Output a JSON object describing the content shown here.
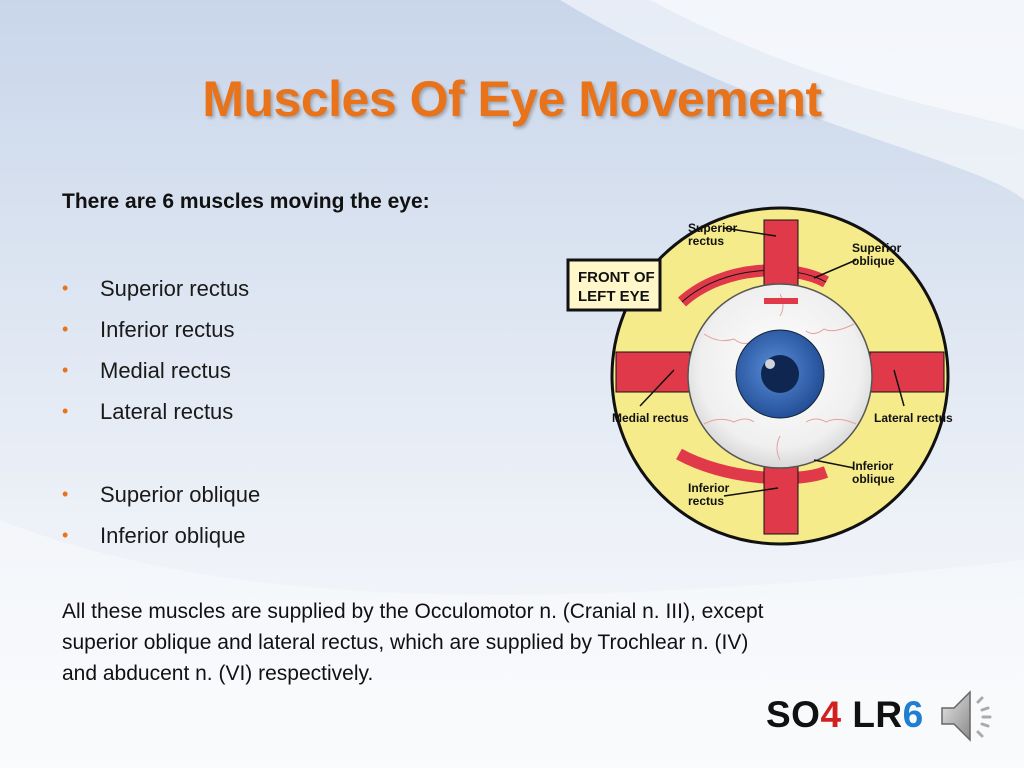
{
  "slide": {
    "title": "Muscles Of Eye Movement",
    "intro": "There are 6 muscles moving the eye:",
    "bullets_group1": [
      "Superior rectus",
      "Inferior rectus",
      "Medial rectus",
      "Lateral rectus"
    ],
    "bullets_group2": [
      "Superior oblique",
      "Inferior oblique"
    ],
    "bullet_color": "#e8731a",
    "footnote_line1": "All these muscles are supplied by the Occulomotor n. (Cranial n. III), except",
    "footnote_line2": "superior oblique and lateral rectus, which are supplied by Trochlear n. (IV)",
    "footnote_line3": "and abducent n. (VI) respectively.",
    "mnemonic": {
      "part1": "SO",
      "part2": "4",
      "part3": " LR",
      "part4": "6"
    },
    "audio_icon": "speaker-icon"
  },
  "diagram": {
    "badge_line1": "FRONT OF",
    "badge_line2": "LEFT EYE",
    "labels": {
      "superior_rectus_1": "Superior",
      "superior_rectus_2": "rectus",
      "superior_oblique_1": "Superior",
      "superior_oblique_2": "oblique",
      "medial_rectus": "Medial rectus",
      "lateral_rectus": "Lateral rectus",
      "inferior_oblique_1": "Inferior",
      "inferior_oblique_2": "oblique",
      "inferior_rectus_1": "Inferior",
      "inferior_rectus_2": "rectus"
    },
    "colors": {
      "orbit": "#f6eb8a",
      "muscle": "#e03a4a",
      "iris": "#2f5fa8",
      "sclera": "#f4f4f4"
    }
  }
}
